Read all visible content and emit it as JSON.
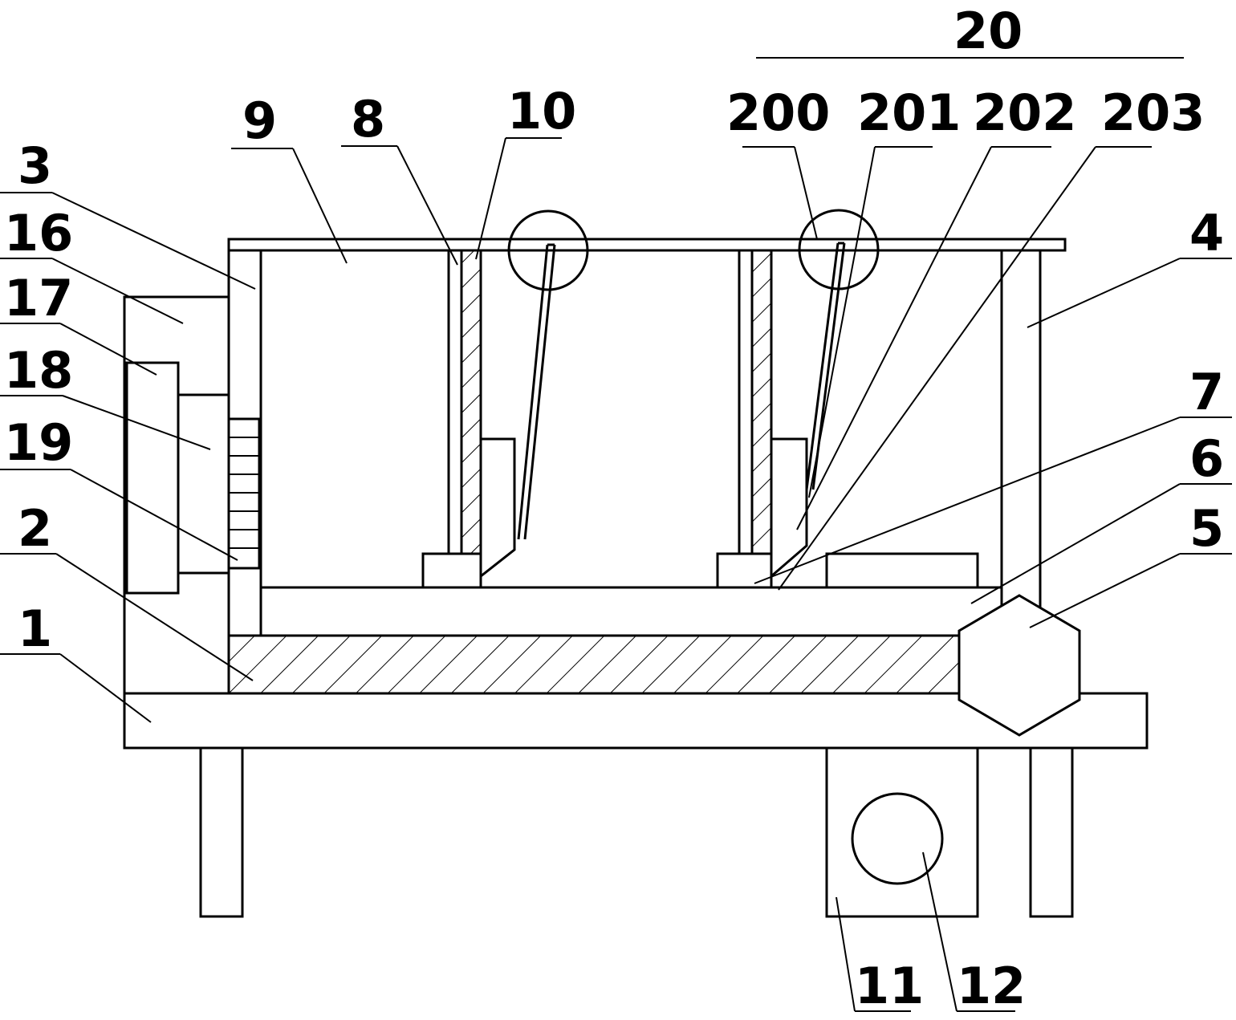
{
  "labels": {
    "n1": "1",
    "n2": "2",
    "n3": "3",
    "n4": "4",
    "n5": "5",
    "n6": "6",
    "n7": "7",
    "n8": "8",
    "n9": "9",
    "n10": "10",
    "n11": "11",
    "n12": "12",
    "n16": "16",
    "n17": "17",
    "n18": "18",
    "n19": "19",
    "n20": "20",
    "n200": "200",
    "n201": "201",
    "n202": "202",
    "n203": "203"
  }
}
